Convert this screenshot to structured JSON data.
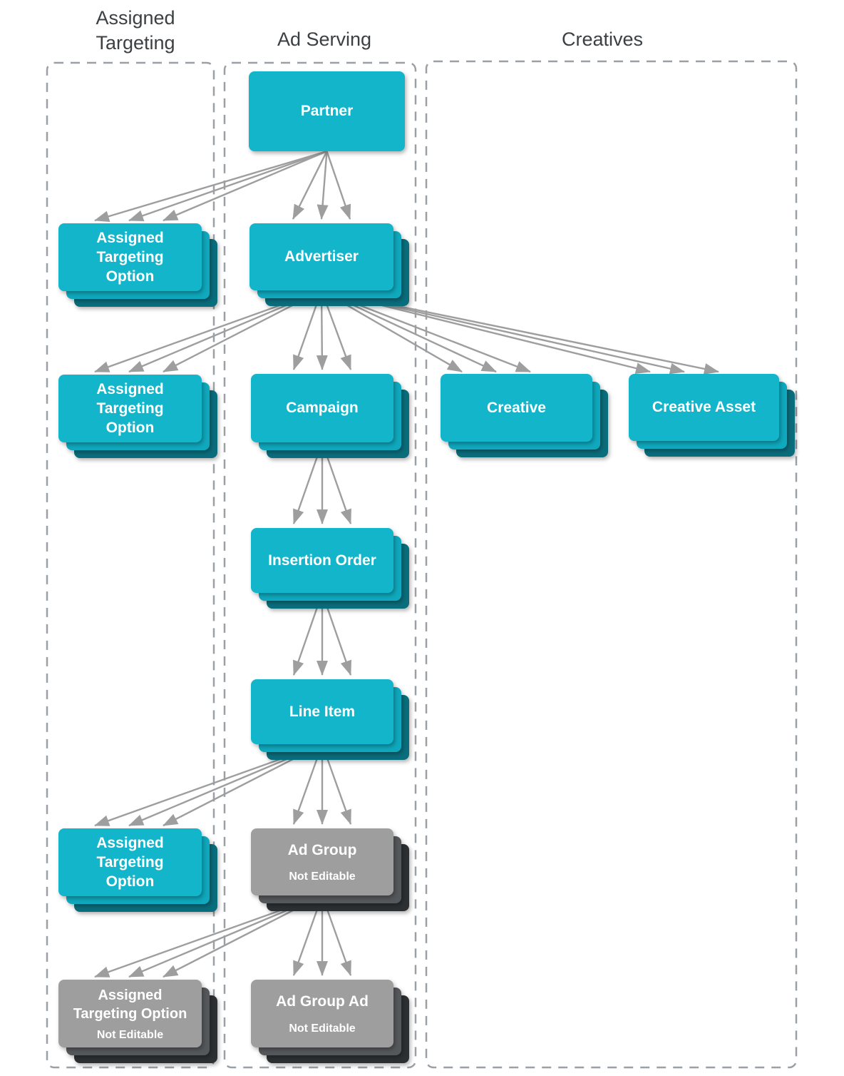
{
  "columns": [
    {
      "id": "assigned_targeting",
      "label": "Assigned Targeting"
    },
    {
      "id": "ad_serving",
      "label": "Ad Serving"
    },
    {
      "id": "creatives",
      "label": "Creatives"
    }
  ],
  "nodes": {
    "partner": {
      "label": "Partner"
    },
    "advertiser": {
      "label": "Advertiser"
    },
    "campaign": {
      "label": "Campaign"
    },
    "insertion_order": {
      "label": "Insertion Order"
    },
    "line_item": {
      "label": "Line Item"
    },
    "ad_group": {
      "label": "Ad Group",
      "status": "Not Editable"
    },
    "ad_group_ad": {
      "label": "Ad Group Ad",
      "status": "Not Editable"
    },
    "creative": {
      "label": "Creative"
    },
    "creative_asset": {
      "label": "Creative Asset"
    },
    "assigned_targeting_option_1": {
      "label": "Assigned Targeting Option"
    },
    "assigned_targeting_option_2": {
      "label": "Assigned Targeting Option"
    },
    "assigned_targeting_option_3": {
      "label": "Assigned Targeting Option"
    },
    "assigned_targeting_option_4": {
      "label": "Assigned Targeting Option",
      "status": "Not Editable"
    }
  },
  "edges": [
    {
      "from": "partner",
      "to": "assigned_targeting_option_1"
    },
    {
      "from": "partner",
      "to": "advertiser"
    },
    {
      "from": "advertiser",
      "to": "assigned_targeting_option_2"
    },
    {
      "from": "advertiser",
      "to": "campaign"
    },
    {
      "from": "advertiser",
      "to": "creative"
    },
    {
      "from": "advertiser",
      "to": "creative_asset"
    },
    {
      "from": "campaign",
      "to": "insertion_order"
    },
    {
      "from": "insertion_order",
      "to": "line_item"
    },
    {
      "from": "line_item",
      "to": "assigned_targeting_option_3"
    },
    {
      "from": "line_item",
      "to": "ad_group"
    },
    {
      "from": "ad_group",
      "to": "assigned_targeting_option_4"
    },
    {
      "from": "ad_group",
      "to": "ad_group_ad"
    }
  ],
  "colors": {
    "teal": "#13b5cb",
    "teal_mid": "#0fa8bd",
    "teal_dark": "#0a6d7c",
    "gray": "#9e9e9e",
    "gray_mid": "#55585b",
    "gray_dark": "#2d3033",
    "arrow": "#9e9e9e",
    "border": "#9aa0a6",
    "heading": "#3c4043"
  }
}
